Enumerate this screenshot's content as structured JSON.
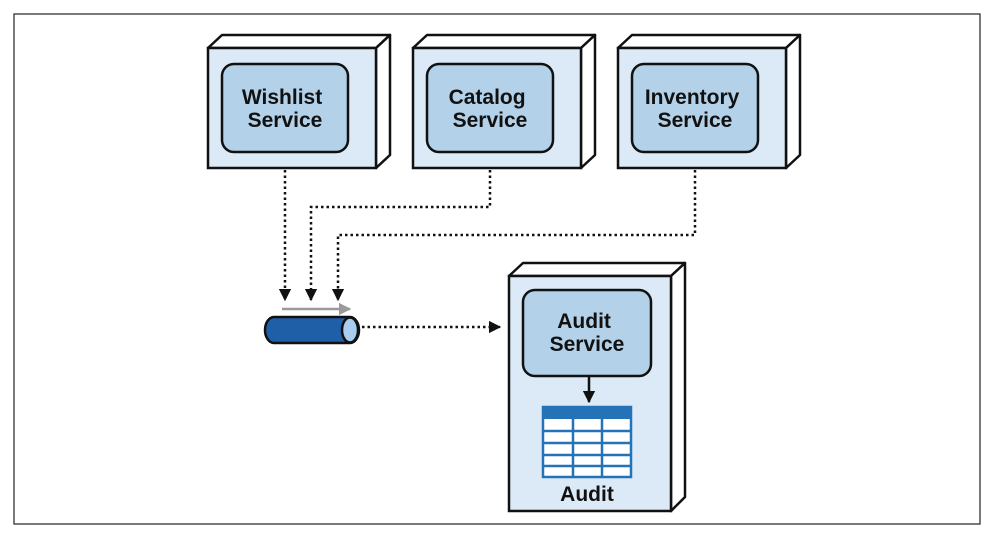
{
  "services": [
    {
      "id": "wishlist",
      "lines": [
        "Wishlist",
        "Service"
      ]
    },
    {
      "id": "catalog",
      "lines": [
        "Catalog",
        "Service"
      ]
    },
    {
      "id": "inventory",
      "lines": [
        "Inventory",
        "Service"
      ]
    }
  ],
  "audit": {
    "service_lines": [
      "Audit",
      "Service"
    ],
    "table_label": "Audit"
  },
  "colors": {
    "box_fill": "#dbeaf6",
    "inner_fill": "#b3d1e9",
    "side_fill": "#ffffff",
    "stroke": "#111111",
    "queue_fill": "#1f5fa8",
    "queue_end": "#a9cdee",
    "table_blue": "#2473b9",
    "queue_arrow": "#9a9a9a"
  },
  "icons": {
    "queue": "message-queue-icon",
    "table": "database-table-icon"
  }
}
